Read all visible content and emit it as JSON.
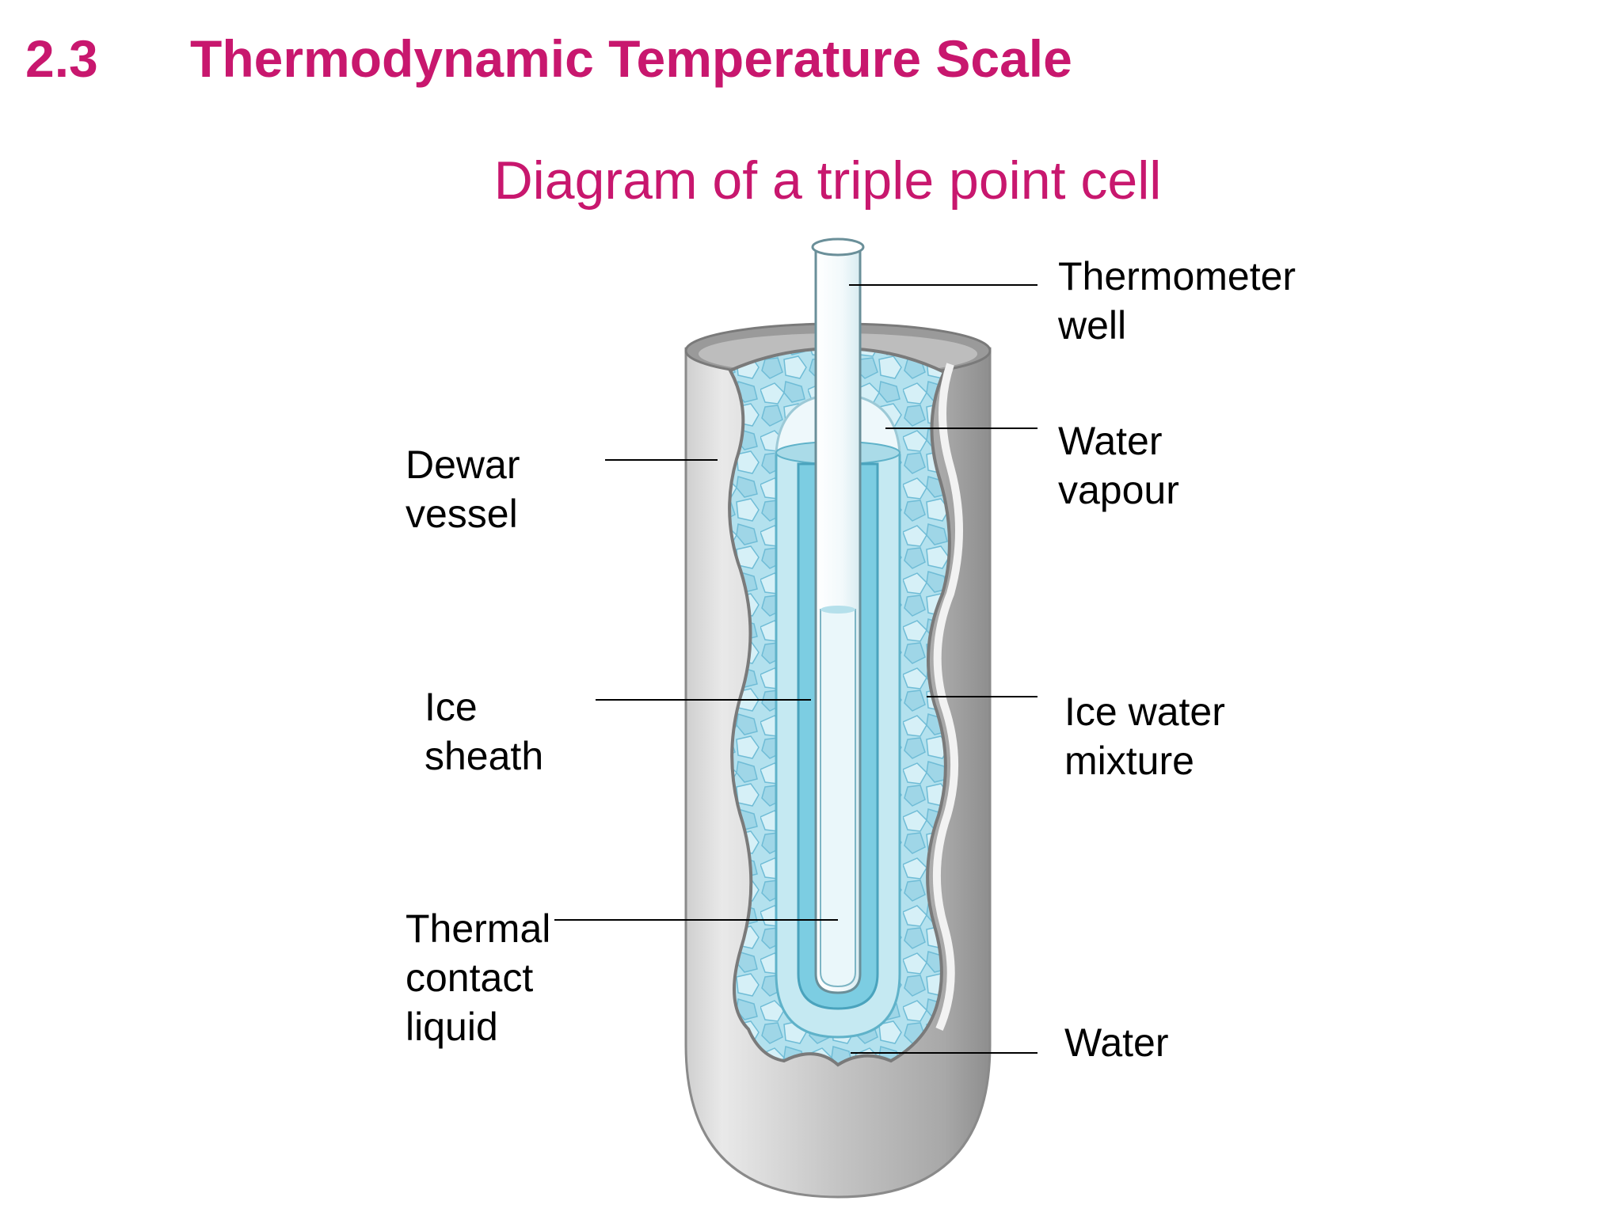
{
  "heading": {
    "number": "2.3",
    "title": "Thermodynamic Temperature Scale"
  },
  "diagram": {
    "title": "Diagram of a triple point cell",
    "labels": {
      "thermometer_well": [
        "Thermometer",
        "well"
      ],
      "water_vapour": [
        "Water",
        "vapour"
      ],
      "dewar_vessel": [
        "Dewar",
        "vessel"
      ],
      "ice_sheath": [
        "Ice",
        "sheath"
      ],
      "ice_water_mixture": [
        "Ice water",
        "mixture"
      ],
      "thermal_contact_liquid": [
        "Thermal",
        "contact",
        "liquid"
      ],
      "water": [
        "Water"
      ]
    }
  },
  "colors": {
    "heading": "#c8176e",
    "dewar": "#b9b9b9",
    "dewar_dark": "#8e8e8e",
    "ice": "#a9dcea",
    "water": "#c5e9f2",
    "ice_sheath": "#7ccde2",
    "well_glass": "#f4fafb"
  }
}
